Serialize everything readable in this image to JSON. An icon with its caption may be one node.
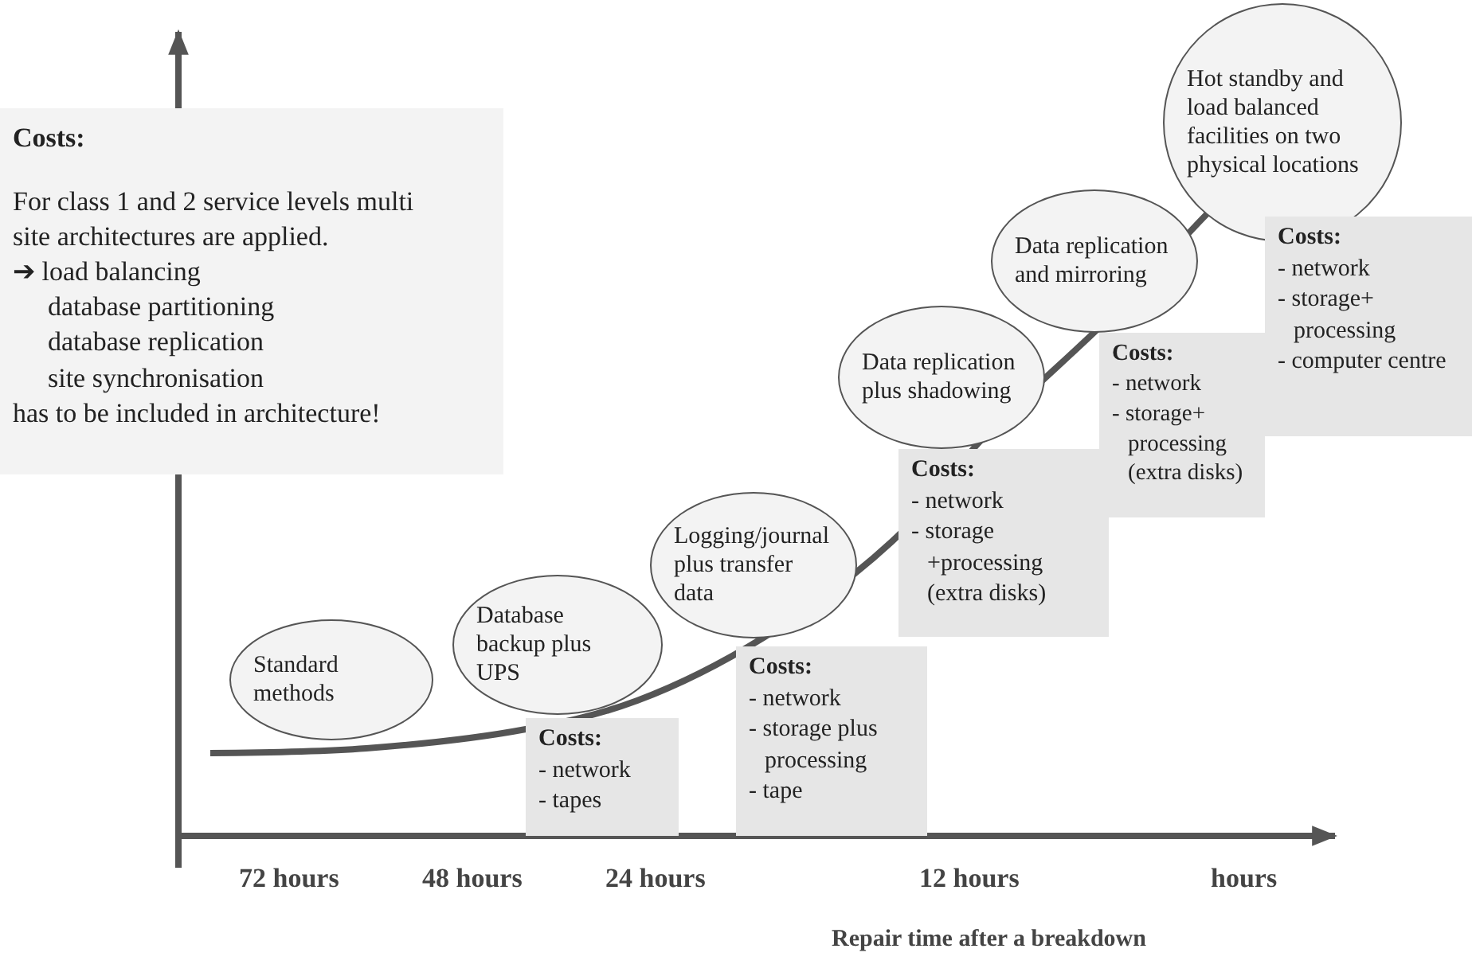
{
  "diagram": {
    "nodes": [
      {
        "text": [
          "Costs:",
          "For class 1 and 2 service levels multi site architectures are applied.",
          "➔ load balancing",
          "database partitioning",
          "database replication",
          "site synchronisation",
          "has to be included in architecture!"
        ]
      },
      {
        "text": [
          "Standard methods"
        ]
      },
      {
        "text": [
          "Database backup plus UPS"
        ]
      },
      {
        "text": [
          "Costs:",
          "- network",
          "- tapes"
        ]
      },
      {
        "text": [
          "Logging/journal plus transfer data"
        ]
      },
      {
        "text": [
          "Costs:",
          "- network",
          "- storage plus processing",
          "- tape"
        ]
      },
      {
        "text": [
          "Data replication plus shadowing"
        ]
      },
      {
        "text": [
          "Costs:",
          "- network",
          "- storage +processing (extra disks)"
        ]
      },
      {
        "text": [
          "Data replication and mirroring"
        ]
      },
      {
        "text": [
          "Costs:",
          "- network",
          "- storage+ processing (extra disks)"
        ]
      },
      {
        "text": [
          "Hot standby and load balanced facilities on two physical locations"
        ]
      },
      {
        "text": [
          "Costs:",
          "- network",
          "- storage+ processing",
          "- computer centre"
        ]
      }
    ],
    "labels": [
      "72 hours",
      "48 hours",
      "24 hours",
      "12 hours",
      "hours",
      "Repair time after a breakdown"
    ]
  }
}
